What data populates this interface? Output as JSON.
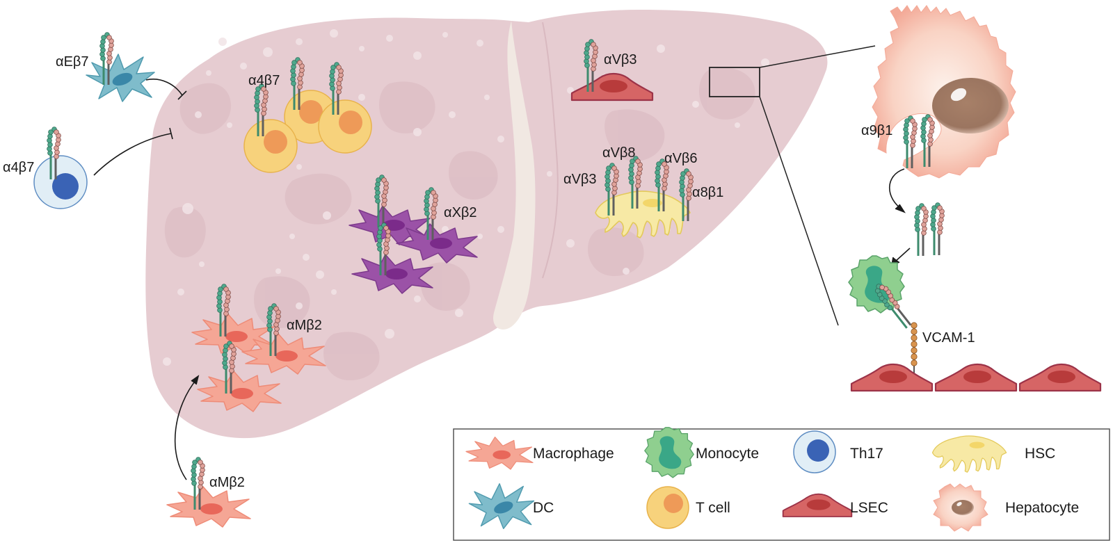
{
  "integrin_labels": {
    "dc_ae_b7": "αEβ7",
    "th17_a4_b7": "α4β7",
    "tcell_a4_b7": "α4β7",
    "lsec_av_b3": "αVβ3",
    "hsc_av_b8": "αVβ8",
    "hsc_av_b6": "αVβ6",
    "hsc_av_b3": "αVβ3",
    "hsc_a8_b1": "α8β1",
    "dc_ax_b2": "αXβ2",
    "macrophage_am_b2": "αMβ2",
    "macrophage_in_am_b2": "αMβ2",
    "hepatocyte_a9_b1": "α9β1",
    "vcam": "VCAM-1"
  },
  "legend": {
    "items": [
      {
        "key": "macrophage",
        "label": "Macrophage"
      },
      {
        "key": "monocyte",
        "label": "Monocyte"
      },
      {
        "key": "th17",
        "label": "Th17"
      },
      {
        "key": "hsc",
        "label": "HSC"
      },
      {
        "key": "dc",
        "label": "DC"
      },
      {
        "key": "tcell",
        "label": "T cell"
      },
      {
        "key": "lsec",
        "label": "LSEC"
      },
      {
        "key": "hepatocyte",
        "label": "Hepatocyte"
      }
    ]
  },
  "colors": {
    "liver": "#e6ccd1",
    "liver_spot": "#dcbcc3",
    "ligament": "#f1e8e2",
    "macrophage": "#f5a695",
    "macrophage_nucleus": "#e8675a",
    "monocyte": "#8fcf8f",
    "monocyte_nucleus": "#3aa787",
    "th17": "#e1eef6",
    "th17_nucleus": "#3a63b5",
    "hsc": "#f7e9a5",
    "dc": "#7fbccb",
    "dc_nucleus": "#3a87a8",
    "dc_purple": "#9b52a7",
    "dc_purple_nucleus": "#7b2b8a",
    "tcell": "#f7d27c",
    "tcell_nucleus": "#ee9a58",
    "lsec": "#d66565",
    "lsec_nucleus": "#b83b3b",
    "hepatocyte": "#f8c6b5",
    "hepatocyte_nucleus": "#9b7560"
  }
}
